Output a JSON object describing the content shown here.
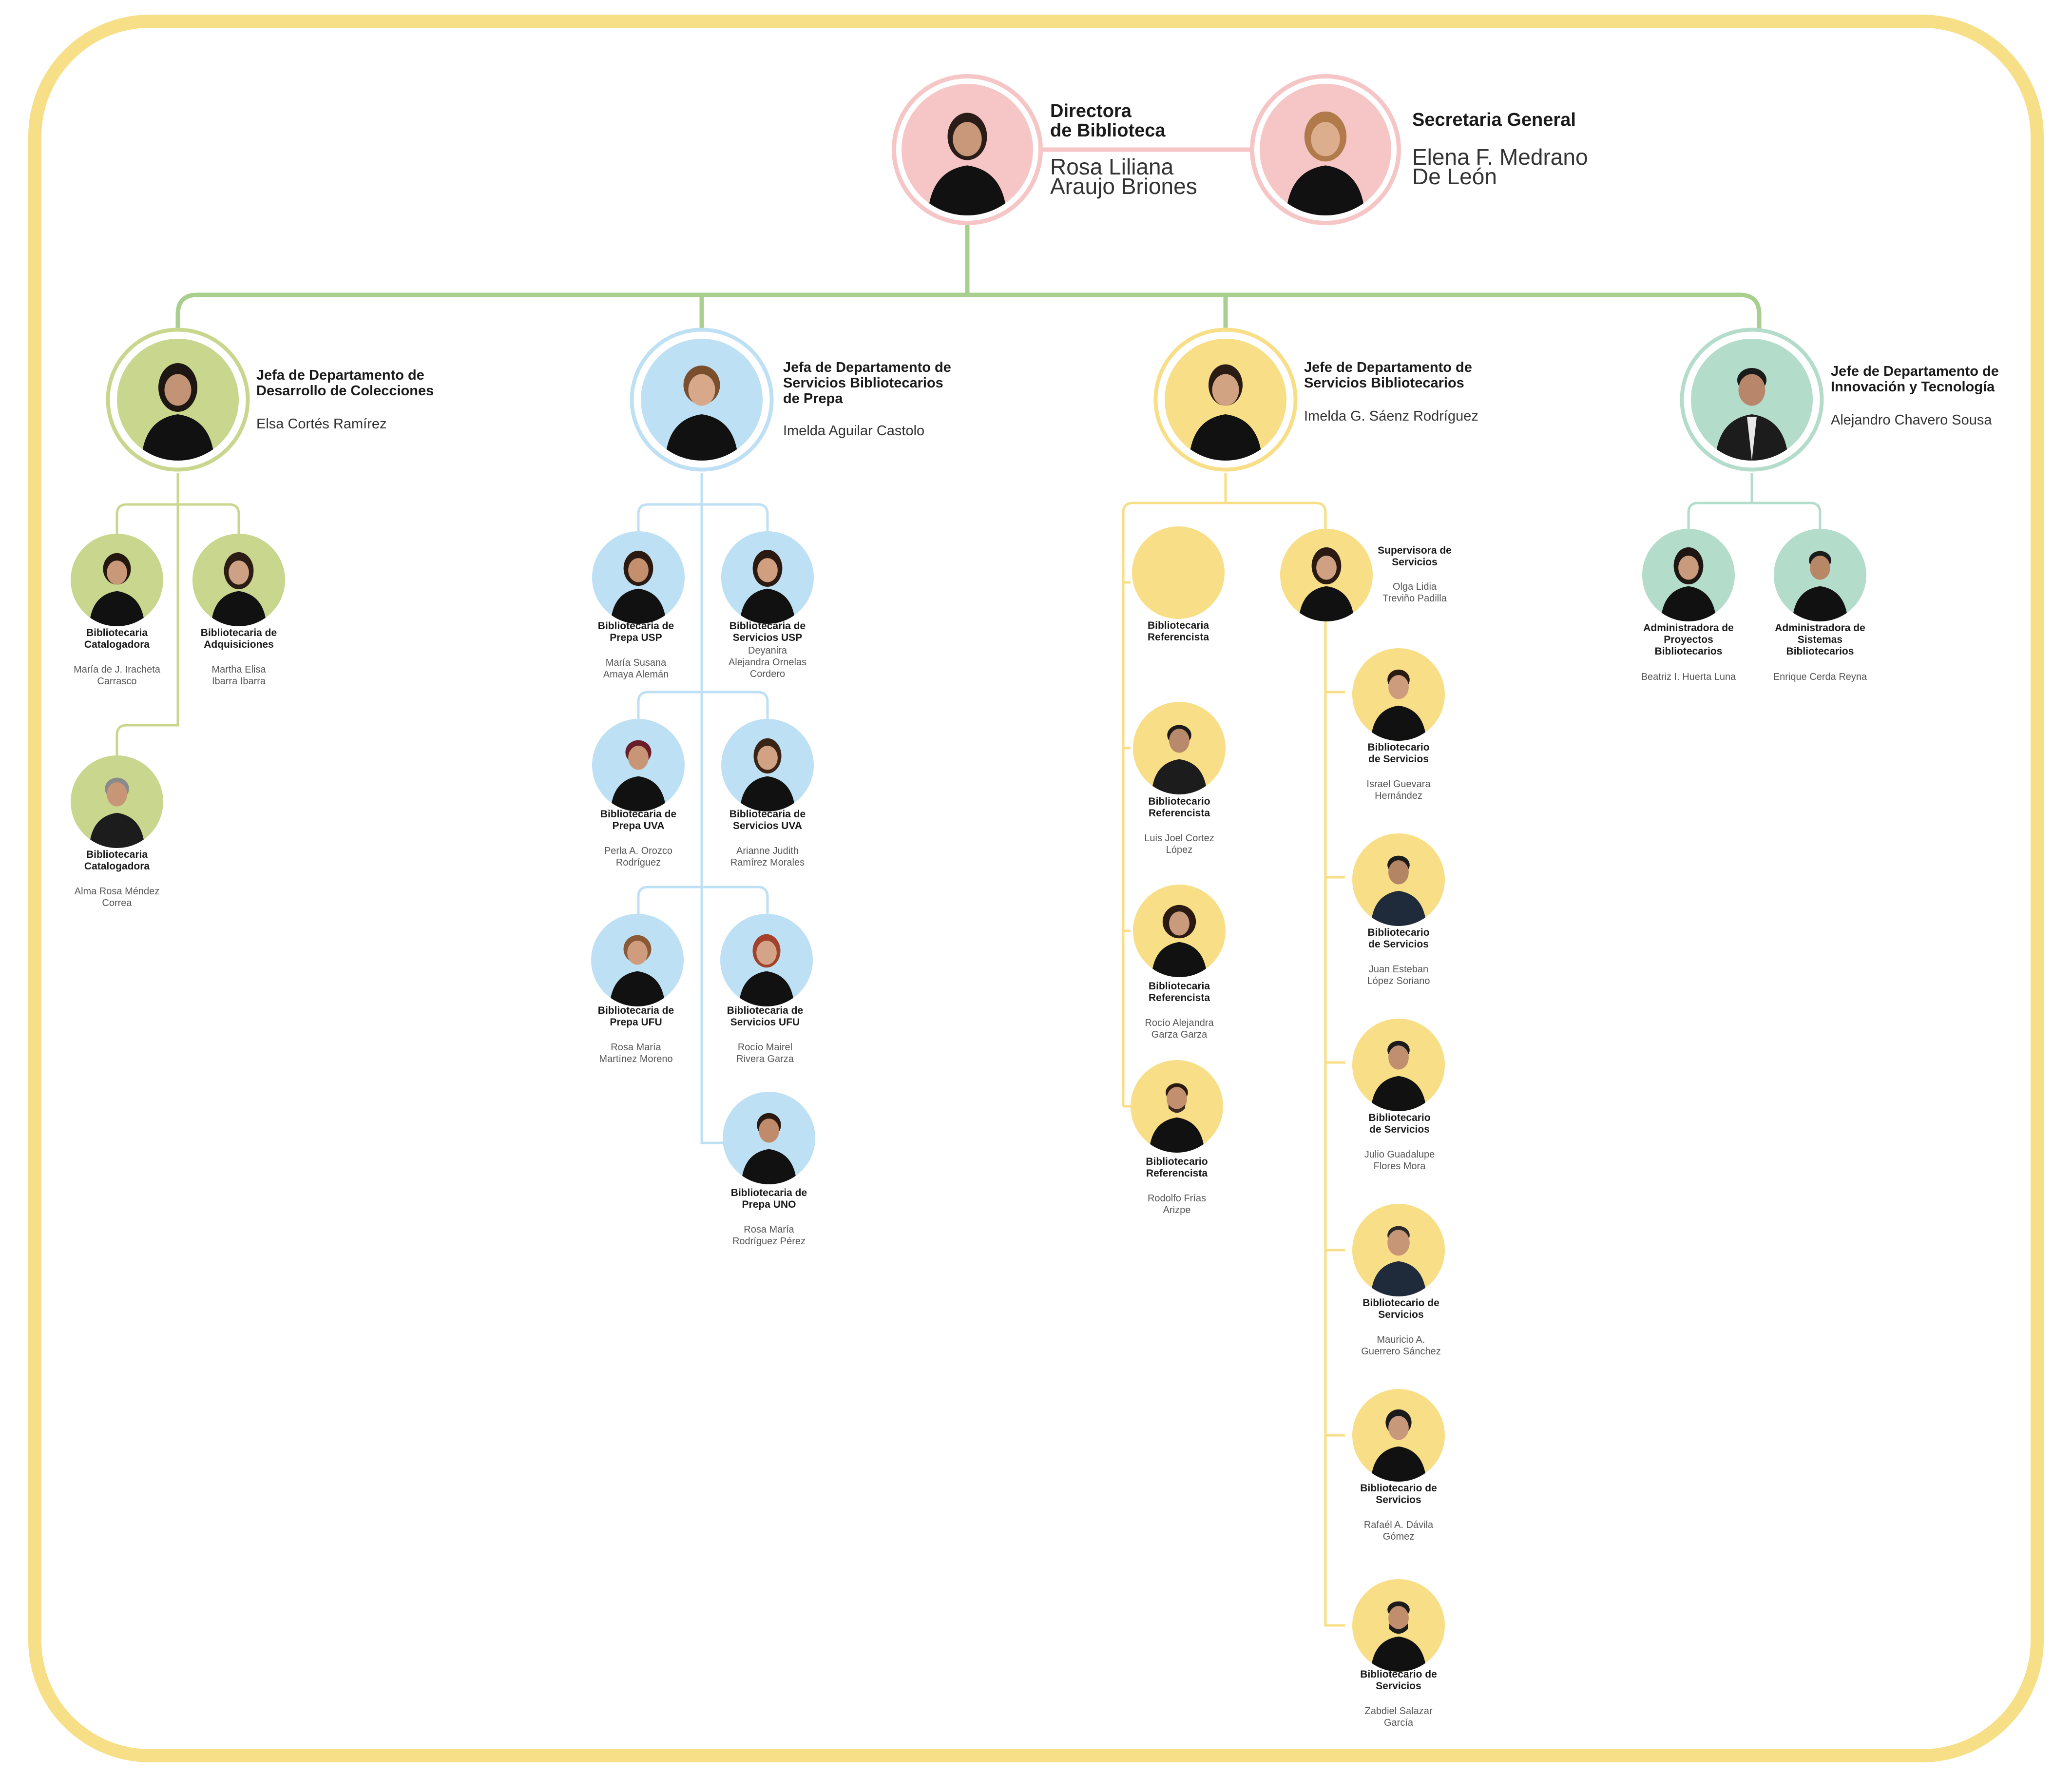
{
  "colors": {
    "frame": "#f7df87",
    "pink": "#f6c6c7",
    "green": "#c9d68e",
    "blue": "#bde0f4",
    "yellow": "#f8df87",
    "teal": "#b3dccb",
    "line_green": "#a8cf8e",
    "line_blue": "#bde0f4",
    "line_yellow": "#f8df87",
    "line_teal": "#b3dccb"
  },
  "direction": {
    "directora": {
      "title": "Directora\nde Biblioteca",
      "name": "Rosa Liliana\nAraujo Briones"
    },
    "secretaria": {
      "title": "Secretaria General",
      "name": "Elena F. Medrano\nDe León"
    }
  },
  "departments": [
    {
      "title": "Jefa de Departamento de\nDesarrollo de Colecciones",
      "name": "Elsa Cortés Ramírez"
    },
    {
      "title": "Jefa de Departamento de\nServicios Bibliotecarios\nde Prepa",
      "name": "Imelda  Aguilar Castolo"
    },
    {
      "title": "Jefe de Departamento de\nServicios Bibliotecarios",
      "name": "Imelda G. Sáenz Rodríguez"
    },
    {
      "title": "Jefe de Departamento de\nInnovación y Tecnología",
      "name": "Alejandro Chavero Sousa"
    }
  ],
  "colecciones": [
    {
      "title": "Bibliotecaria\nCatalogadora",
      "name": "María de J. Iracheta\nCarrasco"
    },
    {
      "title": "Bibliotecaria de\nAdquisiciones",
      "name": "Martha Elisa\nIbarra Ibarra"
    },
    {
      "title": "Bibliotecaria\nCatalogadora",
      "name": "Alma Rosa Méndez\nCorrea"
    }
  ],
  "prepa": [
    {
      "title": "Bibliotecaria de\nPrepa USP",
      "name": "María Susana\nAmaya Alemán"
    },
    {
      "title": "Bibliotecaria de\nServicios USP",
      "name": "Deyanira\nAlejandra Ornelas\nCordero"
    },
    {
      "title": "Bibliotecaria de\nPrepa UVA",
      "name": "Perla A. Orozco\nRodríguez"
    },
    {
      "title": "Bibliotecaria de\nServicios UVA",
      "name": "Arianne Judith\nRamírez Morales"
    },
    {
      "title": "Bibliotecaria de\nPrepa UFU",
      "name": "Rosa María\nMartínez Moreno"
    },
    {
      "title": "Bibliotecaria de\nServicios UFU",
      "name": "Rocío Mairel\nRivera Garza"
    },
    {
      "title": "Bibliotecaria de\nPrepa UNO",
      "name": "Rosa María\nRodríguez Pérez"
    }
  ],
  "referencistas": [
    {
      "title": "Bibliotecaria\nReferencista",
      "name": ""
    },
    {
      "title": "Bibliotecario\nReferencista",
      "name": "Luis Joel Cortez\nLópez"
    },
    {
      "title": "Bibliotecaria\nReferencista",
      "name": "Rocío Alejandra\nGarza Garza"
    },
    {
      "title": "Bibliotecario\nReferencista",
      "name": "Rodolfo Frías\nArizpe"
    }
  ],
  "supervisora": {
    "title": "Supervisora de\nServicios",
    "name": "Olga Lidia\nTreviño Padilla"
  },
  "servicios": [
    {
      "title": "Bibliotecario\nde Servicios",
      "name": "Israel Guevara\nHernández"
    },
    {
      "title": "Bibliotecario\nde Servicios",
      "name": "Juan Esteban\nLópez Soriano"
    },
    {
      "title": "Bibliotecario\nde Servicios",
      "name": "Julio Guadalupe\nFlores Mora"
    },
    {
      "title": "Bibliotecario de\nServicios",
      "name": "Mauricio A.\nGuerrero Sánchez"
    },
    {
      "title": "Bibliotecario de\nServicios",
      "name": "Rafaél A. Dávila\nGómez"
    },
    {
      "title": "Bibliotecario de\nServicios",
      "name": "Zabdiel Salazar\nGarcía"
    }
  ],
  "innovacion": [
    {
      "title": "Administradora de\nProyectos\nBibliotecarios",
      "name": "Beatriz I. Huerta Luna"
    },
    {
      "title": "Administradora de\nSistemas\nBibliotecarios",
      "name": "Enrique Cerda Reyna"
    }
  ]
}
